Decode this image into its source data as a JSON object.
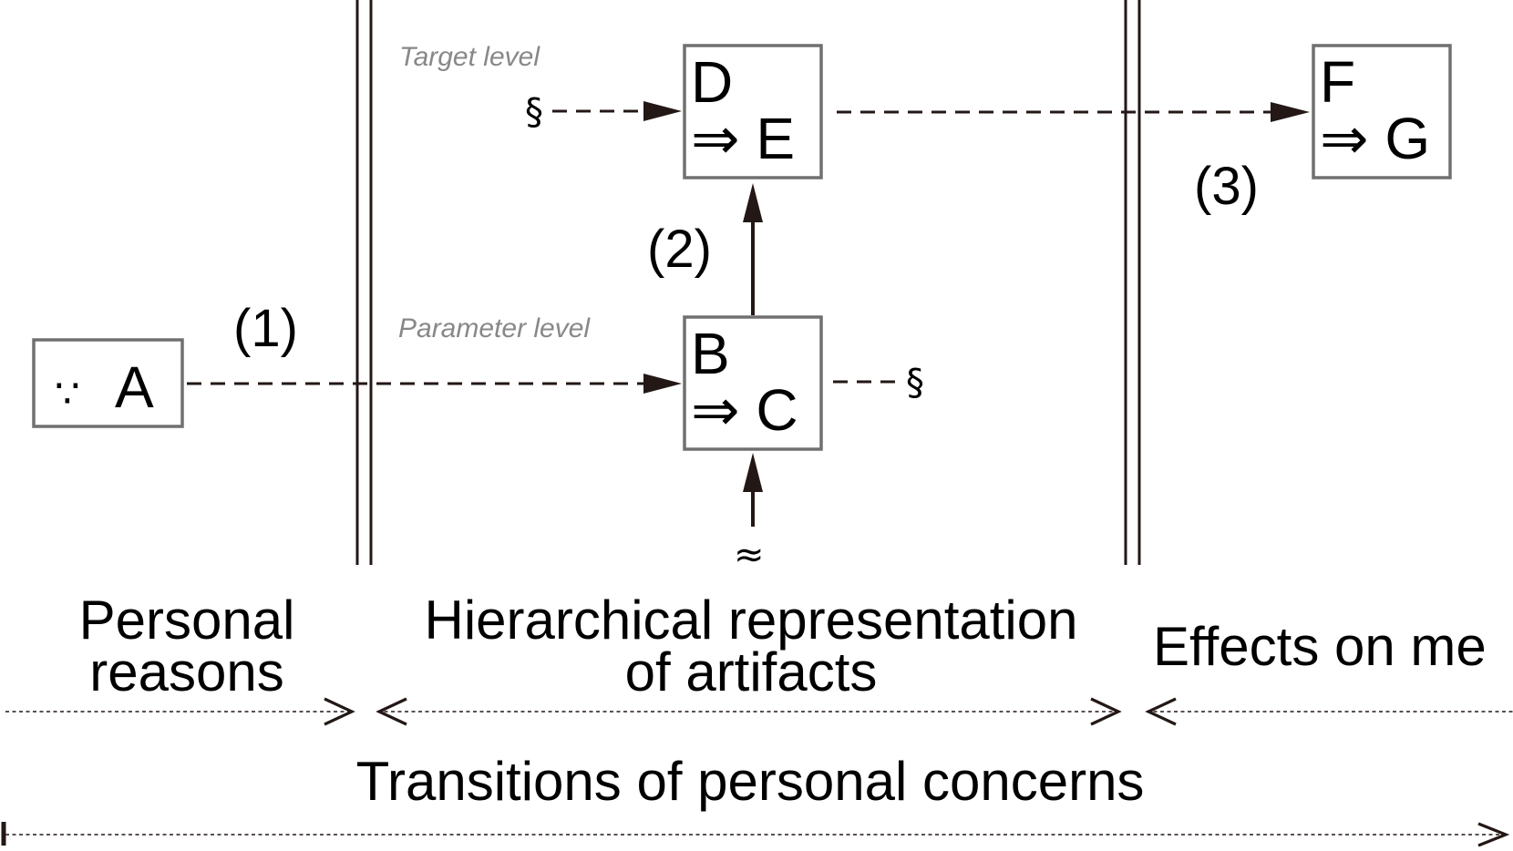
{
  "boxes": {
    "a": {
      "symbol": "∵",
      "label": "A"
    },
    "bc": {
      "top": "B",
      "bottom": "⇒ C"
    },
    "de": {
      "top": "D",
      "bottom": "⇒ E"
    },
    "fg": {
      "top": "F",
      "bottom": "⇒ G"
    }
  },
  "levels": {
    "target": "Target level",
    "parameter": "Parameter level"
  },
  "steps": {
    "one": "(1)",
    "two": "(2)",
    "three": "(3)"
  },
  "symbols": {
    "squiggle": "§",
    "approx": "≈"
  },
  "sections": {
    "personal_line1": "Personal",
    "personal_line2": "reasons",
    "hier_line1": "Hierarchical representation",
    "hier_line2": "of artifacts",
    "effects": "Effects on me"
  },
  "transitions": "Transitions of personal concerns",
  "colors": {
    "box_border": "#707070",
    "arrow": "#231815",
    "level_text": "#888888"
  }
}
